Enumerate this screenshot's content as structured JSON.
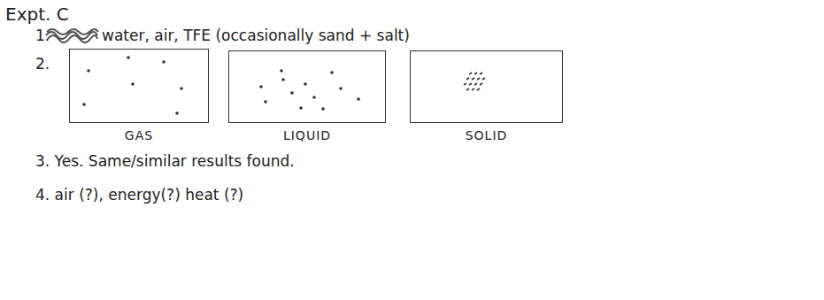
{
  "diagram": {
    "title": "Expt. C",
    "nodes": [
      {
        "text": [
          "GAS"
        ]
      },
      {
        "text": [
          "LIQUID"
        ]
      },
      {
        "text": [
          "SOLID"
        ]
      }
    ],
    "labels": [
      "1.",
      "water, air, TFE (occasionally sand + salt)",
      "2.",
      "3. Yes. Same/similar results found.",
      "4. air (?), energy(?) heat (?)"
    ]
  }
}
